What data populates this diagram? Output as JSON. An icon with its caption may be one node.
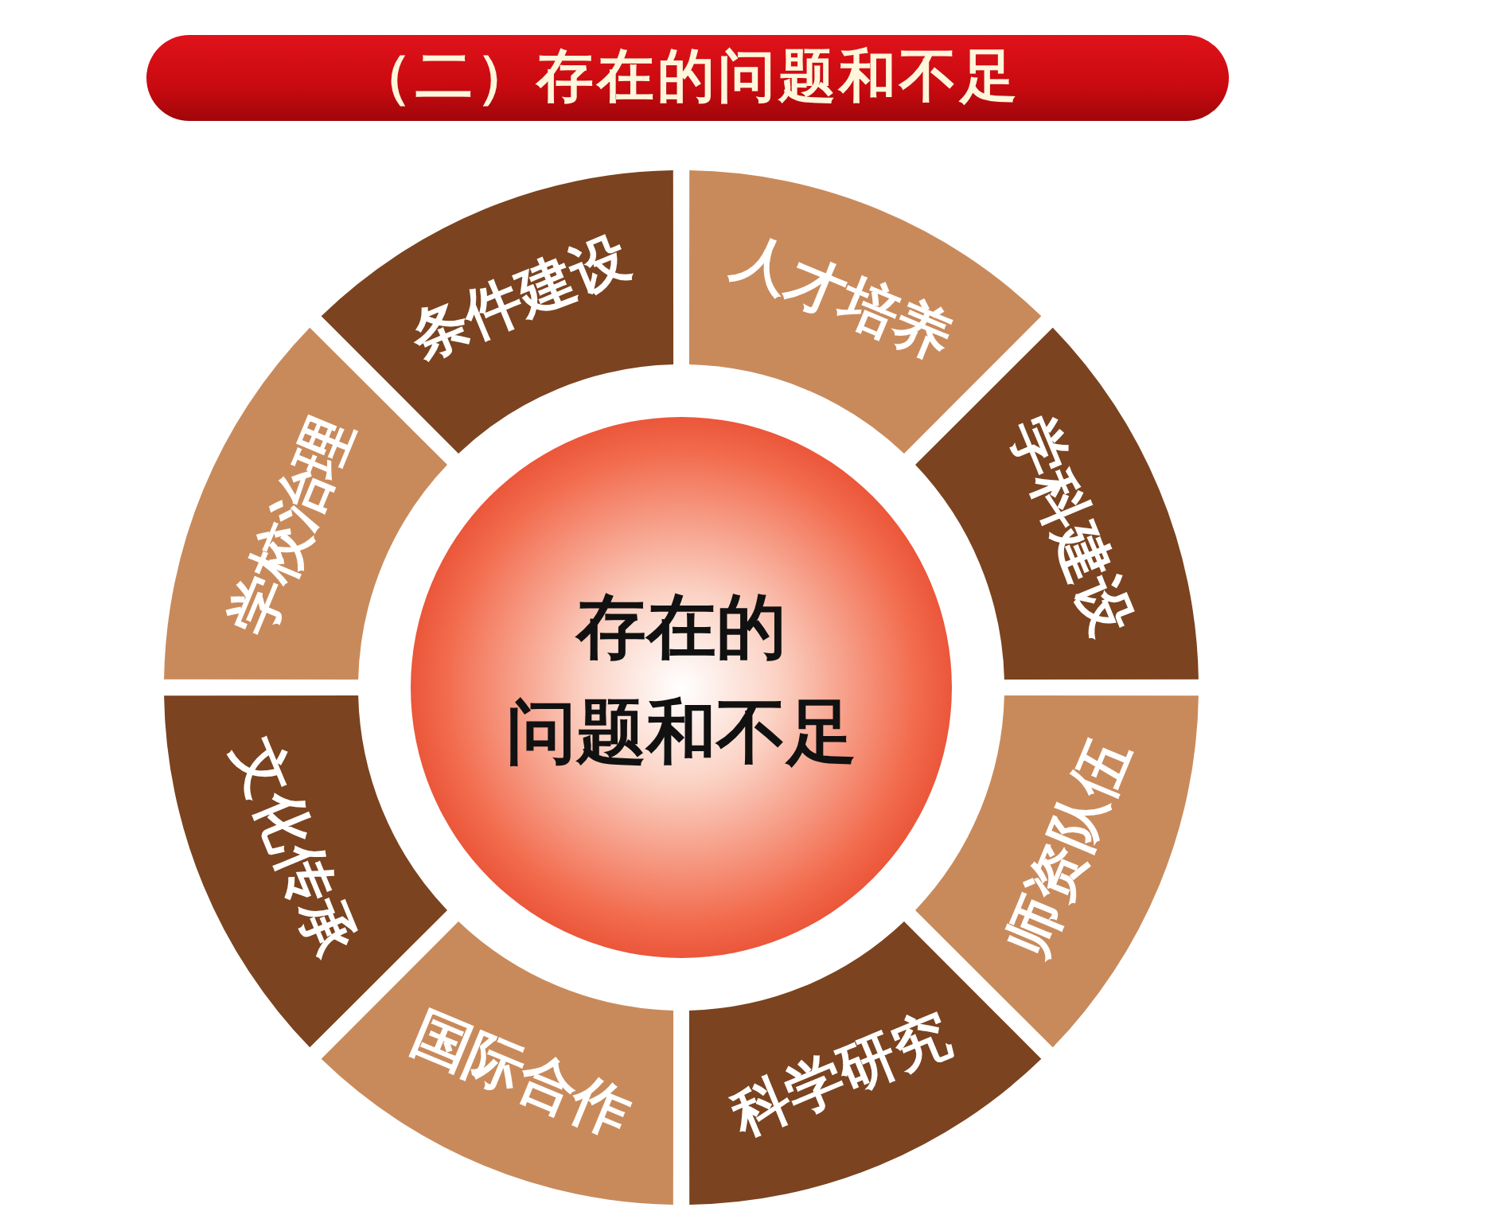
{
  "diagram": {
    "title": "（二）存在的问题和不足",
    "nodes": [
      {
        "text": [
          "存在的问题和不足"
        ]
      },
      {
        "text": [
          "条件建设"
        ]
      },
      {
        "text": [
          "人才培养"
        ]
      },
      {
        "text": [
          "学科建设"
        ]
      },
      {
        "text": [
          "师资队伍"
        ]
      },
      {
        "text": [
          "科学研究"
        ]
      },
      {
        "text": [
          "国际合作"
        ]
      },
      {
        "text": [
          "文化传承"
        ]
      },
      {
        "text": [
          "学校治理"
        ]
      }
    ]
  }
}
